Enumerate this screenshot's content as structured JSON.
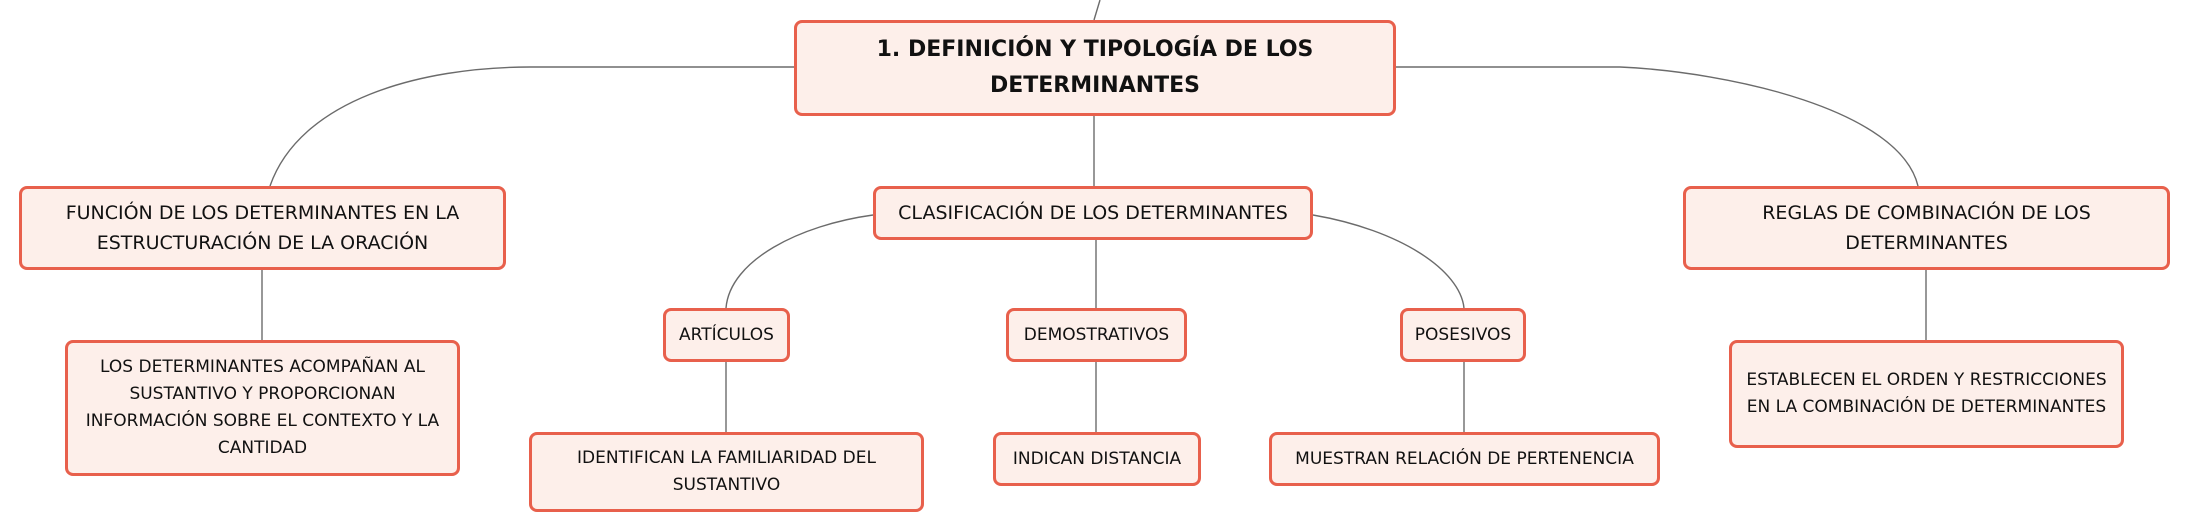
{
  "colors": {
    "node_fill": "#fdefea",
    "node_border": "#e8604c",
    "connector": "#6b6b6b",
    "background": "#ffffff"
  },
  "mindmap": {
    "root": {
      "label": "1. DEFINICIÓN Y TIPOLOGÍA DE LOS DETERMINANTES"
    },
    "branches": {
      "funcion": {
        "label": "FUNCIÓN DE LOS DETERMINANTES EN LA ESTRUCTURACIÓN DE LA ORACIÓN",
        "detail": "LOS DETERMINANTES ACOMPAÑAN AL SUSTANTIVO Y PROPORCIONAN INFORMACIÓN SOBRE EL CONTEXTO Y LA CANTIDAD"
      },
      "clasificacion": {
        "label": "CLASIFICACIÓN DE LOS DETERMINANTES",
        "children": {
          "articulos": {
            "label": "ARTÍCULOS",
            "detail": "IDENTIFICAN LA FAMILIARIDAD DEL SUSTANTIVO"
          },
          "demostrativos": {
            "label": "DEMOSTRATIVOS",
            "detail": "INDICAN DISTANCIA"
          },
          "posesivos": {
            "label": "POSESIVOS",
            "detail": "MUESTRAN RELACIÓN DE PERTENENCIA"
          }
        }
      },
      "reglas": {
        "label": "REGLAS DE COMBINACIÓN DE LOS DETERMINANTES",
        "detail": "ESTABLECEN EL ORDEN Y RESTRICCIONES EN LA COMBINACIÓN DE DETERMINANTES"
      }
    }
  }
}
